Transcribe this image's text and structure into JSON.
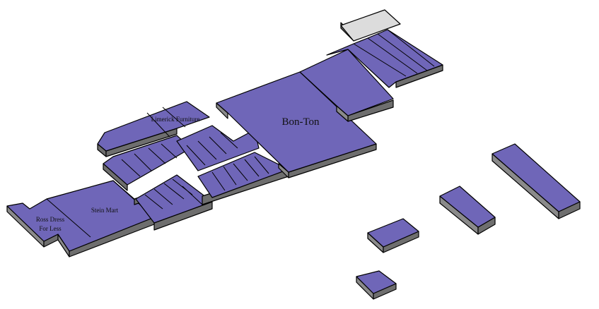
{
  "stores": {
    "anchor": "Bon-Ton",
    "limerick": "Limerick Furniture",
    "stein": "Stein Mart",
    "ross_line1": "Ross Dress",
    "ross_line2": "For Less"
  },
  "colors": {
    "occupied": "#6f66b8",
    "vacant": "#dcdcdc",
    "side": "#8a8a8a",
    "outline": "#000000"
  }
}
